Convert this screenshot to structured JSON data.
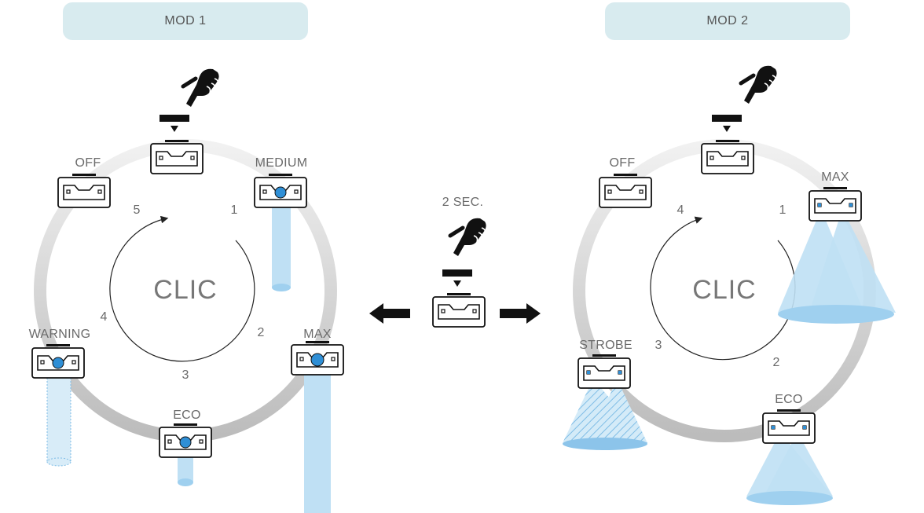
{
  "mod1": {
    "title": "MOD 1",
    "center": "CLIC",
    "steps": [
      "1",
      "2",
      "3",
      "4",
      "5"
    ],
    "modes": {
      "off": "OFF",
      "medium": "MEDIUM",
      "max": "MAX",
      "eco": "ECO",
      "warning": "WARNING"
    }
  },
  "mod2": {
    "title": "MOD 2",
    "center": "CLIC",
    "steps": [
      "1",
      "2",
      "3",
      "4"
    ],
    "modes": {
      "off": "OFF",
      "max": "MAX",
      "eco": "ECO",
      "strobe": "STROBE"
    }
  },
  "switch": {
    "hold": "2 SEC."
  },
  "icons": [
    "press-hand-icon",
    "headlamp-icon",
    "arrow-left-icon",
    "arrow-right-icon",
    "light-beam-icon"
  ],
  "colors": {
    "beam": "#bfe0f4",
    "beam_edge": "#8cc4ea",
    "led": "#2f8fd6",
    "ring": "#cfcfcf",
    "header": "#d8ebef",
    "ink": "#111111"
  }
}
